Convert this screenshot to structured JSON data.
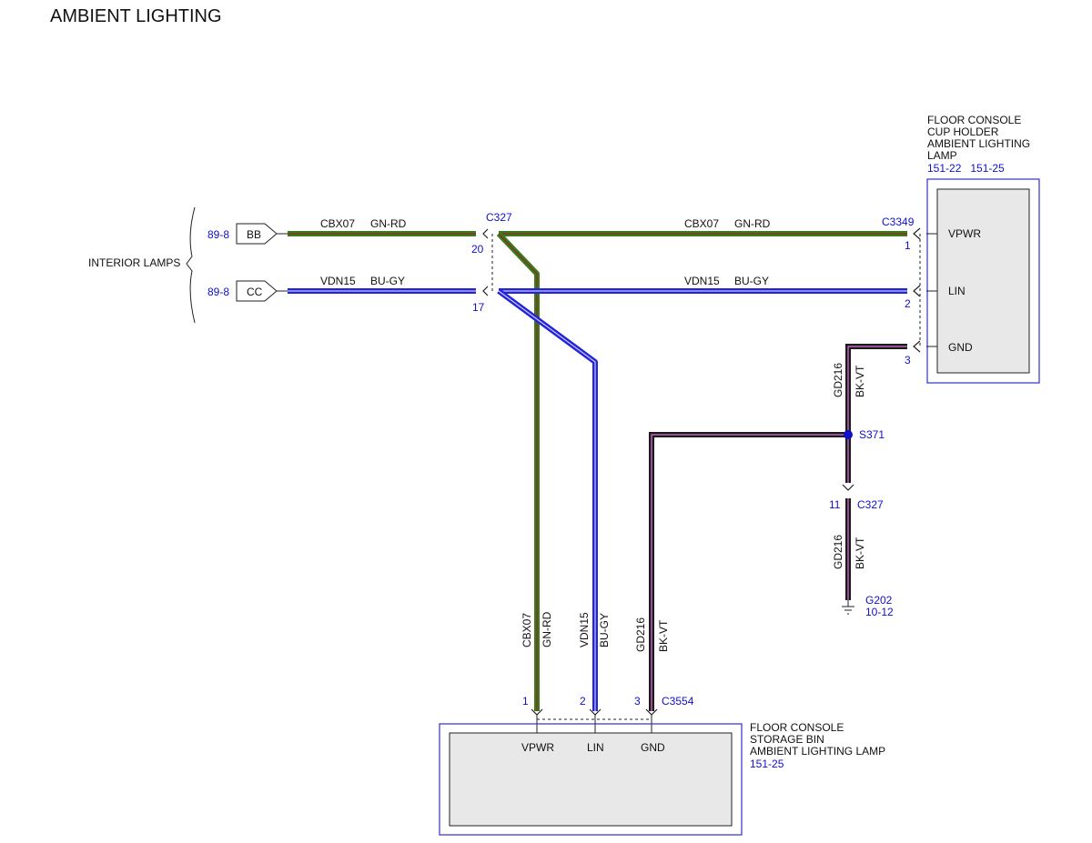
{
  "title": "AMBIENT LIGHTING",
  "colors": {
    "green": "#3d7a1c",
    "green_core": "#8b2a2a",
    "blue": "#2323d8",
    "blue_core": "#c9c9ff",
    "black": "#1a1a1a",
    "black_core": "#e070e0",
    "ref": "#1010cc",
    "box_fill": "#e8e8e8",
    "frame": "#3030cc"
  },
  "interior_lamps": {
    "label": "INTERIOR LAMPS",
    "connectors": [
      {
        "ref": "89-8",
        "name": "BB"
      },
      {
        "ref": "89-8",
        "name": "CC"
      }
    ]
  },
  "wires": {
    "top_left": {
      "circuit": "CBX07",
      "color": "GN-RD"
    },
    "bottom_left": {
      "circuit": "VDN15",
      "color": "BU-GY"
    },
    "top_right": {
      "circuit": "CBX07",
      "color": "GN-RD"
    },
    "bottom_right": {
      "circuit": "VDN15",
      "color": "BU-GY"
    },
    "v1": {
      "circuit": "CBX07",
      "color": "GN-RD"
    },
    "v2": {
      "circuit": "VDN15",
      "color": "BU-GY"
    },
    "v3": {
      "circuit": "GD216",
      "color": "BK-VT"
    },
    "gnd_upper": {
      "circuit": "GD216",
      "color": "BK-VT"
    },
    "gnd_lower": {
      "circuit": "GD216",
      "color": "BK-VT"
    }
  },
  "c327_left": {
    "name": "C327",
    "pin_top": "20",
    "pin_bottom": "17"
  },
  "cup_holder": {
    "title_lines": [
      "FLOOR CONSOLE",
      "CUP HOLDER",
      "AMBIENT LIGHTING",
      "LAMP"
    ],
    "refs": "151-22   151-25",
    "connector": "C3349",
    "pins": [
      {
        "num": "1",
        "name": "VPWR"
      },
      {
        "num": "2",
        "name": "LIN"
      },
      {
        "num": "3",
        "name": "GND"
      }
    ]
  },
  "splice": {
    "name": "S371"
  },
  "c327_right": {
    "name": "C327",
    "pin": "11"
  },
  "ground": {
    "name": "G202",
    "ref": "10-12"
  },
  "storage_bin": {
    "title_lines": [
      "FLOOR CONSOLE",
      "STORAGE BIN",
      "AMBIENT LIGHTING LAMP"
    ],
    "ref": "151-25",
    "connector": "C3554",
    "pins": [
      {
        "num": "1",
        "name": "VPWR"
      },
      {
        "num": "2",
        "name": "LIN"
      },
      {
        "num": "3",
        "name": "GND"
      }
    ]
  }
}
